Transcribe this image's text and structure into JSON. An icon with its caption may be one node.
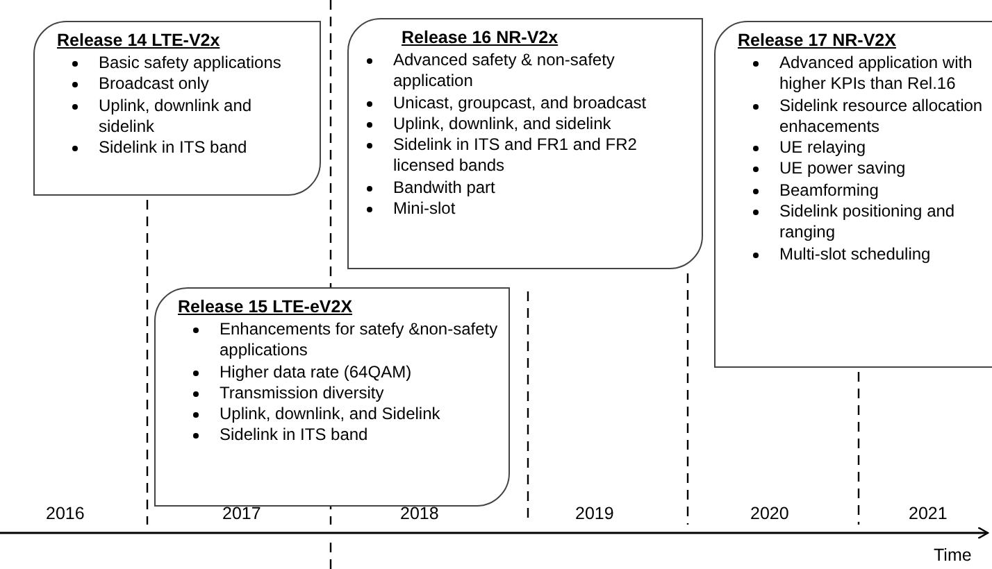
{
  "diagram": {
    "nodes": [
      {
        "text": [
          "Release 14 LTE-V2x",
          "Basic safety applications",
          "Broadcast only",
          "Uplink, downlink and sidelink",
          "Sidelink in ITS band"
        ]
      },
      {
        "text": [
          "Release 16 NR-V2x",
          "Advanced safety & non-safety application",
          "Unicast, groupcast, and broadcast",
          "Uplink, downlink, and sidelink",
          "Sidelink in ITS and FR1 and FR2 licensed bands",
          "Bandwith part",
          "Mini-slot"
        ]
      },
      {
        "text": [
          "Release 17 NR-V2X",
          "Advanced application with higher KPIs than Rel.16",
          "Sidelink resource allocation enhacements",
          "UE relaying",
          "UE power saving",
          "Beamforming",
          "Sidelink positioning and ranging",
          "Multi-slot scheduling"
        ]
      },
      {
        "text": [
          "Release 15 LTE-eV2X",
          "Enhancements for satefy &non-safety applications",
          "Higher data rate (64QAM)",
          "Transmission diversity",
          "Uplink, downlink, and Sidelink",
          "Sidelink in ITS band"
        ]
      }
    ],
    "labels": [
      "2016",
      "2017",
      "2018",
      "2019",
      "2020",
      "2021",
      "Time"
    ]
  }
}
